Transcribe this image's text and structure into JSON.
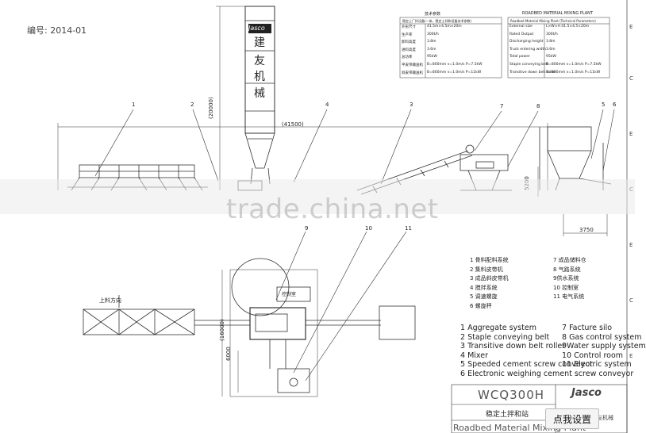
{
  "drawing_number": "编号: 2014-01",
  "silo_brand": "Jasco",
  "silo_characters": [
    "建",
    "友",
    "机",
    "械"
  ],
  "dimensions": {
    "height": "(20000)",
    "length": "(41500)",
    "right_height": "5200",
    "width_right": "3750",
    "plan_width": "6000",
    "plan_height": "(16000)"
  },
  "plan_label": "上料方向",
  "control_label": "控制室",
  "callouts": [
    "1",
    "2",
    "3",
    "4",
    "5",
    "6",
    "7",
    "8",
    "9",
    "10",
    "11"
  ],
  "table_left": {
    "title": "技术参数",
    "header": "稳定土厂拌设备(一体，稳定土拌和设备技术参数)",
    "rows": [
      {
        "label": "外形尺寸",
        "value": "41.5m×4.5m×20m"
      },
      {
        "label": "生产率",
        "value": "300t/h"
      },
      {
        "label": "卸料高度",
        "value": "3.8m"
      },
      {
        "label": "进料高度",
        "value": "3.6m"
      },
      {
        "label": "总功率",
        "value": "95kW"
      },
      {
        "label": "平皮带输送机",
        "value": "B=800mm v=1.0m/s P=7.5kW"
      },
      {
        "label": "斜皮带输送机",
        "value": "B=800mm v=1.0m/s P=11kW"
      }
    ]
  },
  "table_right": {
    "title": "ROADBED MATERIAL MIXING PLANT",
    "header": "Roadbed Material Mixing Plant (Technical Parameters)",
    "rows": [
      {
        "label": "External size",
        "value": "L×W×H 41.5×4.5×20m"
      },
      {
        "label": "Rated Output",
        "value": "300t/h"
      },
      {
        "label": "Discharging height",
        "value": "3.8m"
      },
      {
        "label": "Truck entering width",
        "value": "3.6m"
      },
      {
        "label": "Total power",
        "value": "95kW"
      },
      {
        "label": "Staple conveying belt",
        "value": "B=800mm v=1.0m/s P=7.5kW"
      },
      {
        "label": "Transitive down belt roller",
        "value": "B=800mm v=1.0m/s P=11kW"
      }
    ]
  },
  "legend_cn": {
    "left": [
      "1 骨料配料系统",
      "2 集料皮带机",
      "3 成品斜皮带机",
      "4 搅拌系统",
      "5 调速螺旋",
      "6 螺旋秤"
    ],
    "right": [
      "7 成品储料仓",
      "8 气路系统",
      "9供水系统",
      "10 控制室",
      "11 电气系统"
    ]
  },
  "legend_en": {
    "left": [
      "1 Aggregate system",
      "2 Staple conveying belt",
      "3 Transitive down belt roller",
      "4 Mixer",
      "5 Speeded cement screw conveyor",
      "6 Electronic weighing cement screw conveyor"
    ],
    "right": [
      "7 Facture silo",
      "8 Gas control system",
      "9Water supply system",
      "10 Control room",
      "11 Electric system"
    ]
  },
  "title_block": {
    "model": "WCQ300H",
    "name_cn": "稳定土拌和站",
    "name_en": "Roadbed Material Mixing Plant",
    "brand": "Jasco",
    "brand_cn": "建友机械"
  },
  "side_letters": [
    "E",
    "C",
    "E",
    "C",
    "E",
    "C",
    "E"
  ],
  "watermark": "trade.china.net",
  "settings_button": "点我设置"
}
